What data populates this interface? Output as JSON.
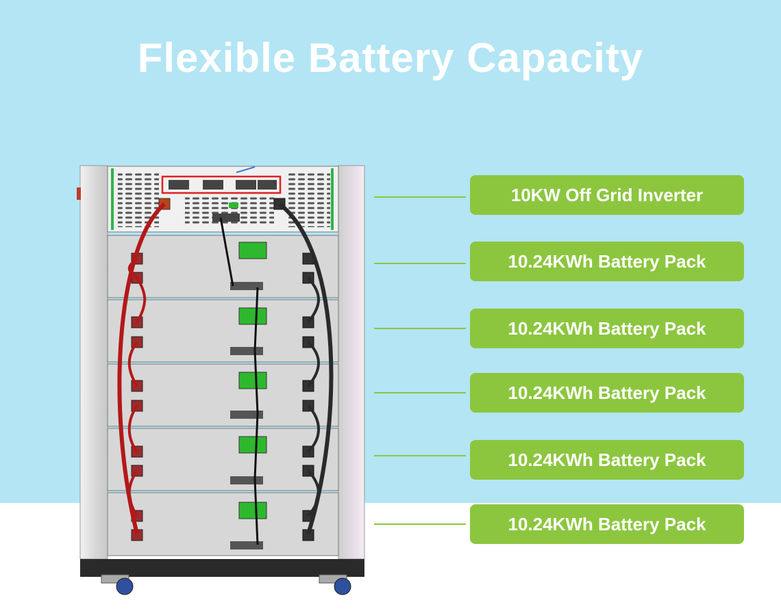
{
  "title": "Flexible Battery Capacity",
  "labels": [
    {
      "text": "10KW Off Grid Inverter"
    },
    {
      "text": "10.24KWh Battery Pack"
    },
    {
      "text": "10.24KWh Battery Pack"
    },
    {
      "text": "10.24KWh Battery Pack"
    },
    {
      "text": "10.24KWh Battery Pack"
    },
    {
      "text": "10.24KWh Battery Pack"
    }
  ],
  "colors": {
    "sky": "#b3e5f4",
    "label_green": "#8cc63f",
    "display_green": "#2eb82e",
    "positive_cable": "#b3181a",
    "negative_cable": "#2a2a2a"
  }
}
